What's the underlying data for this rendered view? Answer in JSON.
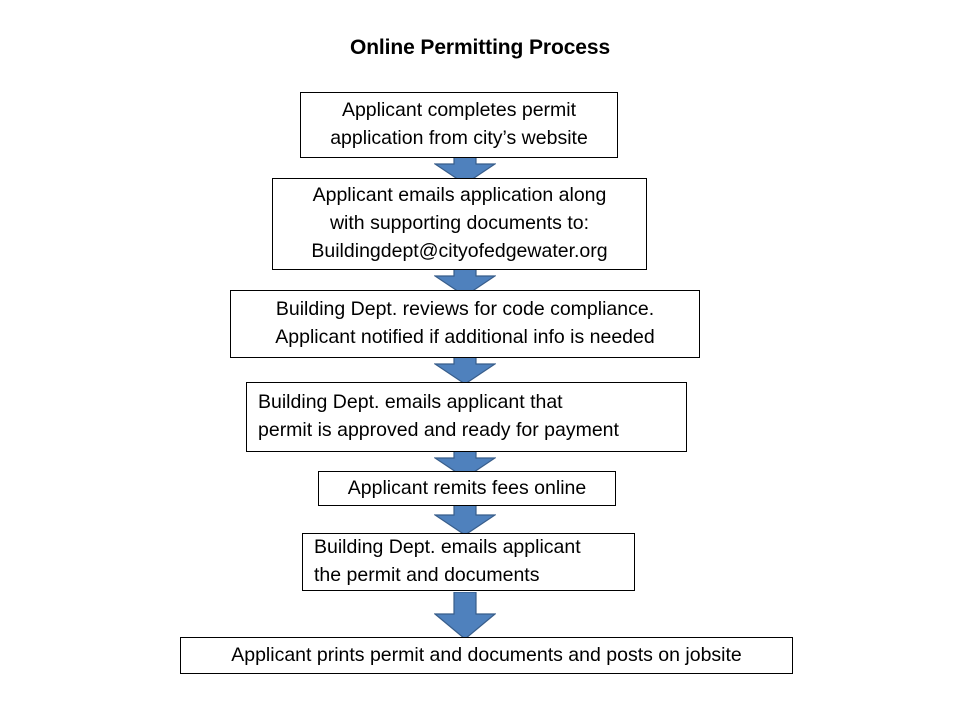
{
  "title": "Online Permitting Process",
  "colors": {
    "arrow_fill": "#4f81bd",
    "arrow_stroke": "#385d8a",
    "box_border": "#000000",
    "box_fill": "#ffffff",
    "text": "#000000",
    "background": "#ffffff"
  },
  "chart_data": {
    "type": "diagram",
    "diagram_kind": "flowchart",
    "orientation": "top-to-bottom",
    "title": "Online Permitting Process",
    "node_count": 7,
    "connector_count": 6,
    "connector_style": "block-arrow-down",
    "nodes": [
      {
        "id": "step-1",
        "order": 1,
        "align": "center",
        "lines": [
          "Applicant completes permit",
          "application from city’s website"
        ],
        "text": "Applicant completes permit application from city’s website"
      },
      {
        "id": "step-2",
        "order": 2,
        "align": "center",
        "lines": [
          "Applicant emails application along",
          "with supporting documents to:",
          "Buildingdept@cityofedgewater.org"
        ],
        "text": "Applicant emails application along with supporting documents to: Buildingdept@cityofedgewater.org"
      },
      {
        "id": "step-3",
        "order": 3,
        "align": "center",
        "lines": [
          "Building Dept. reviews for code compliance.",
          "Applicant notified if additional info is needed"
        ],
        "text": "Building Dept. reviews for code compliance. Applicant notified if additional info is needed"
      },
      {
        "id": "step-4",
        "order": 4,
        "align": "left",
        "lines": [
          "Building Dept. emails applicant that",
          "permit is approved and ready for payment"
        ],
        "text": "Building Dept. emails applicant that permit is approved and ready for payment"
      },
      {
        "id": "step-5",
        "order": 5,
        "align": "center",
        "lines": [
          "Applicant remits fees online"
        ],
        "text": "Applicant remits fees online"
      },
      {
        "id": "step-6",
        "order": 6,
        "align": "left",
        "lines": [
          "Building Dept. emails applicant",
          "the permit and documents"
        ],
        "text": "Building Dept. emails applicant the permit and documents"
      },
      {
        "id": "step-7",
        "order": 7,
        "align": "center",
        "lines": [
          "Applicant prints permit and documents and posts on jobsite"
        ],
        "text": "Applicant prints permit and documents and posts on jobsite"
      }
    ],
    "edges": [
      {
        "id": "arrow-1",
        "from": "step-1",
        "to": "step-2",
        "label": ""
      },
      {
        "id": "arrow-2",
        "from": "step-2",
        "to": "step-3",
        "label": ""
      },
      {
        "id": "arrow-3",
        "from": "step-3",
        "to": "step-4",
        "label": ""
      },
      {
        "id": "arrow-4",
        "from": "step-4",
        "to": "step-5",
        "label": ""
      },
      {
        "id": "arrow-5",
        "from": "step-5",
        "to": "step-6",
        "label": ""
      },
      {
        "id": "arrow-6",
        "from": "step-6",
        "to": "step-7",
        "label": ""
      }
    ]
  }
}
